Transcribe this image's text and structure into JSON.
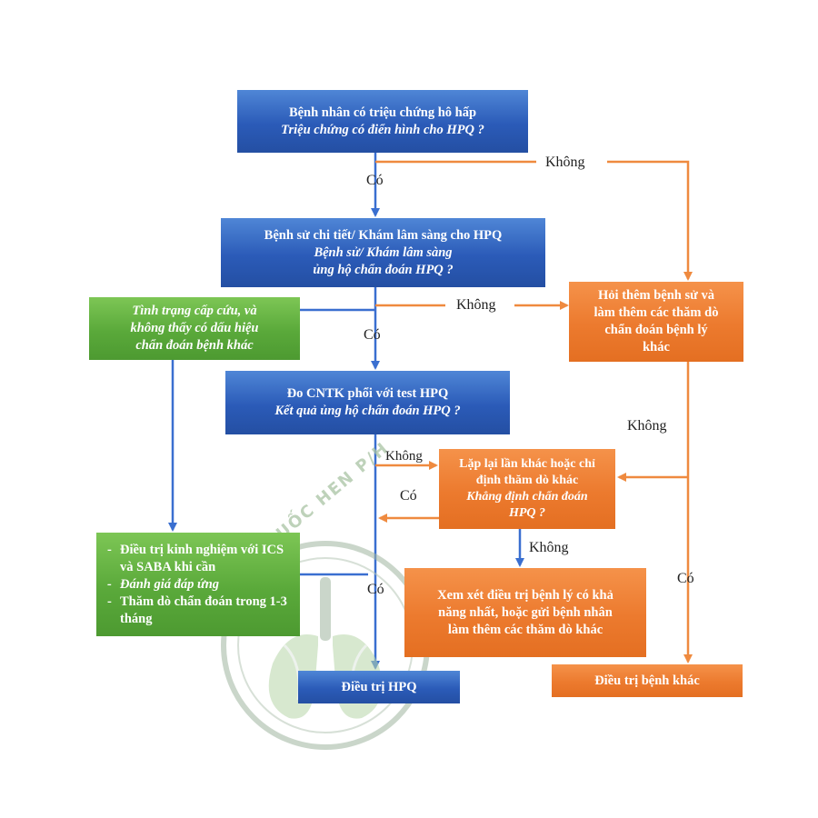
{
  "nodes": {
    "start": {
      "line1": "Bệnh nhân có triệu chứng hô hấp",
      "line2": "Triệu chứng có điển hình cho HPQ ?"
    },
    "history": {
      "line1": "Bệnh sử chi tiết/ Khám lâm sàng cho HPQ",
      "line2": "Bệnh sử/ Khám lâm sàng",
      "line3": "ủng hộ chẩn đoán HPQ ?"
    },
    "emergency": {
      "line1": "Tình trạng cấp cứu, và",
      "line2": "không thấy có dấu hiệu",
      "line3": "chẩn đoán bệnh khác"
    },
    "ask_more": {
      "line1": "Hỏi thêm bệnh sử và",
      "line2": "làm thêm các thăm dò",
      "line3": "chẩn đoán bệnh lý",
      "line4": "khác"
    },
    "spirometry": {
      "line1": "Đo CNTK phổi với test HPQ",
      "line2": "Kết quả ủng hộ chẩn đoán HPQ ?"
    },
    "repeat": {
      "line1": "Lặp lại lần khác hoặc chỉ",
      "line2": "định thăm dò khác",
      "line3": "Khẳng định chẩn đoán",
      "line4": "HPQ ?"
    },
    "empirical": {
      "items": [
        "Điều trị kinh nghiệm với ICS và SABA khi cần",
        "Đánh giá đáp ứng",
        "Thăm dò chẩn đoán trong 1-3 tháng"
      ]
    },
    "consider": {
      "line1": "Xem xét điều trị bệnh lý có khả",
      "line2": "năng nhất, hoặc gửi bệnh nhân",
      "line3": "làm thêm các thăm dò khác"
    },
    "treat_hpq": {
      "label": "Điều trị HPQ"
    },
    "treat_other": {
      "label": "Điều trị bệnh khác"
    }
  },
  "edge_labels": {
    "yes_1": "Có",
    "no_1": "Không",
    "no_2": "Không",
    "yes_2": "Có",
    "no_3": "Không",
    "no_4": "Không",
    "yes_3": "Có",
    "no_5": "Không",
    "yes_4": "Có",
    "yes_5": "Có"
  },
  "watermark": {
    "text": "THUỐC HEN P/H"
  },
  "colors": {
    "blue": "#2b5bb8",
    "green": "#5aa93a",
    "orange": "#ec7a2e",
    "blue_line": "#3a6fd0",
    "orange_line": "#ef8a3f"
  }
}
